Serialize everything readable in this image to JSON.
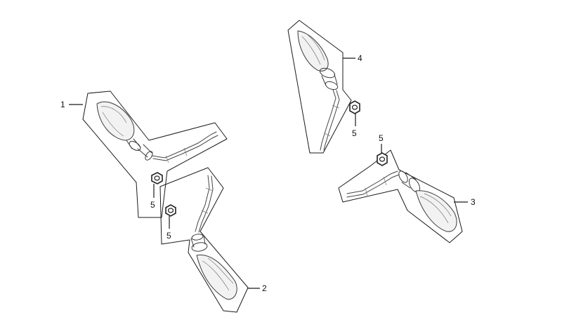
{
  "diagram": {
    "callouts": {
      "c1": "1",
      "c2": "2",
      "c3": "3",
      "c4": "4",
      "c5a": "5",
      "c5b": "5",
      "c5c": "5",
      "c5d": "5"
    },
    "colors": {
      "line": "#1a1a1a",
      "background": "#ffffff"
    }
  }
}
